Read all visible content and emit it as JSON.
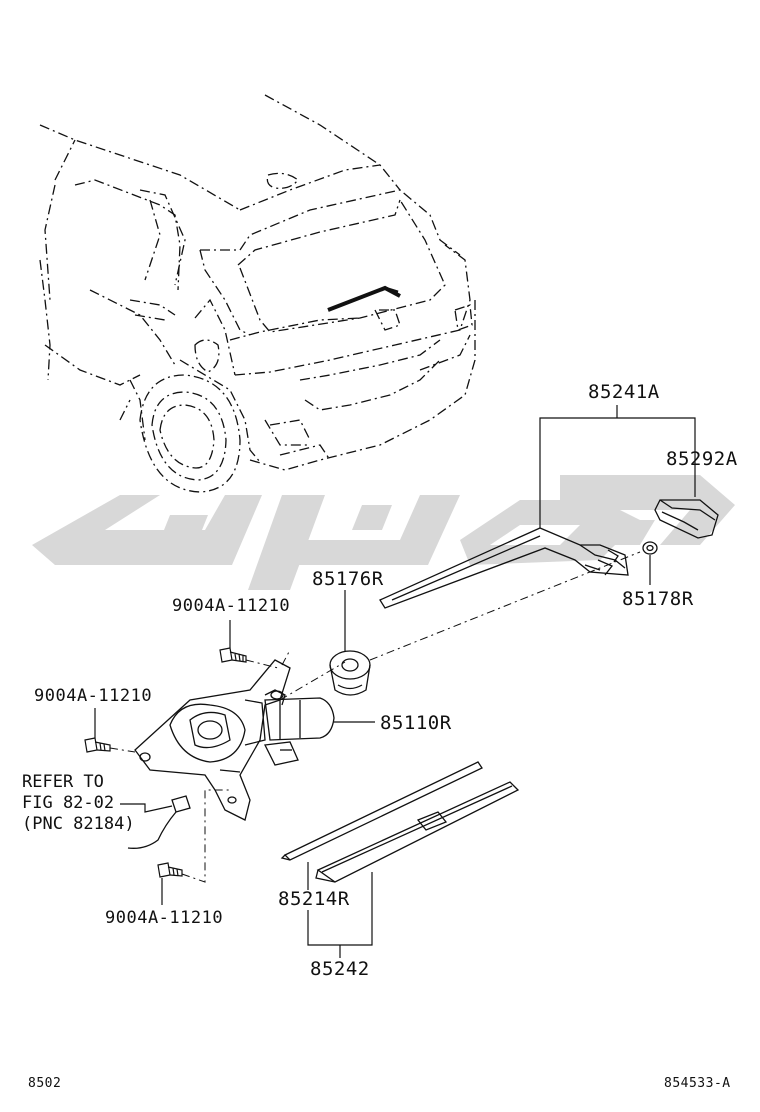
{
  "labels": {
    "p85241a": "85241A",
    "p85292a": "85292A",
    "p85178r": "85178R",
    "p85176r": "85176R",
    "p9004a_top": "9004A-11210",
    "p9004a_left": "9004A-11210",
    "p85110r": "85110R",
    "p9004a_bottom": "9004A-11210",
    "p85214r": "85214R",
    "p85242": "85242"
  },
  "refer_note": {
    "line1": "REFER TO",
    "line2": "FIG 82-02",
    "line3": "(PNC 82184)"
  },
  "footer": {
    "page_code": "8502",
    "drawing_id": "854533-A"
  },
  "colors": {
    "line": "#111111",
    "watermark": "#d6d6d6"
  }
}
